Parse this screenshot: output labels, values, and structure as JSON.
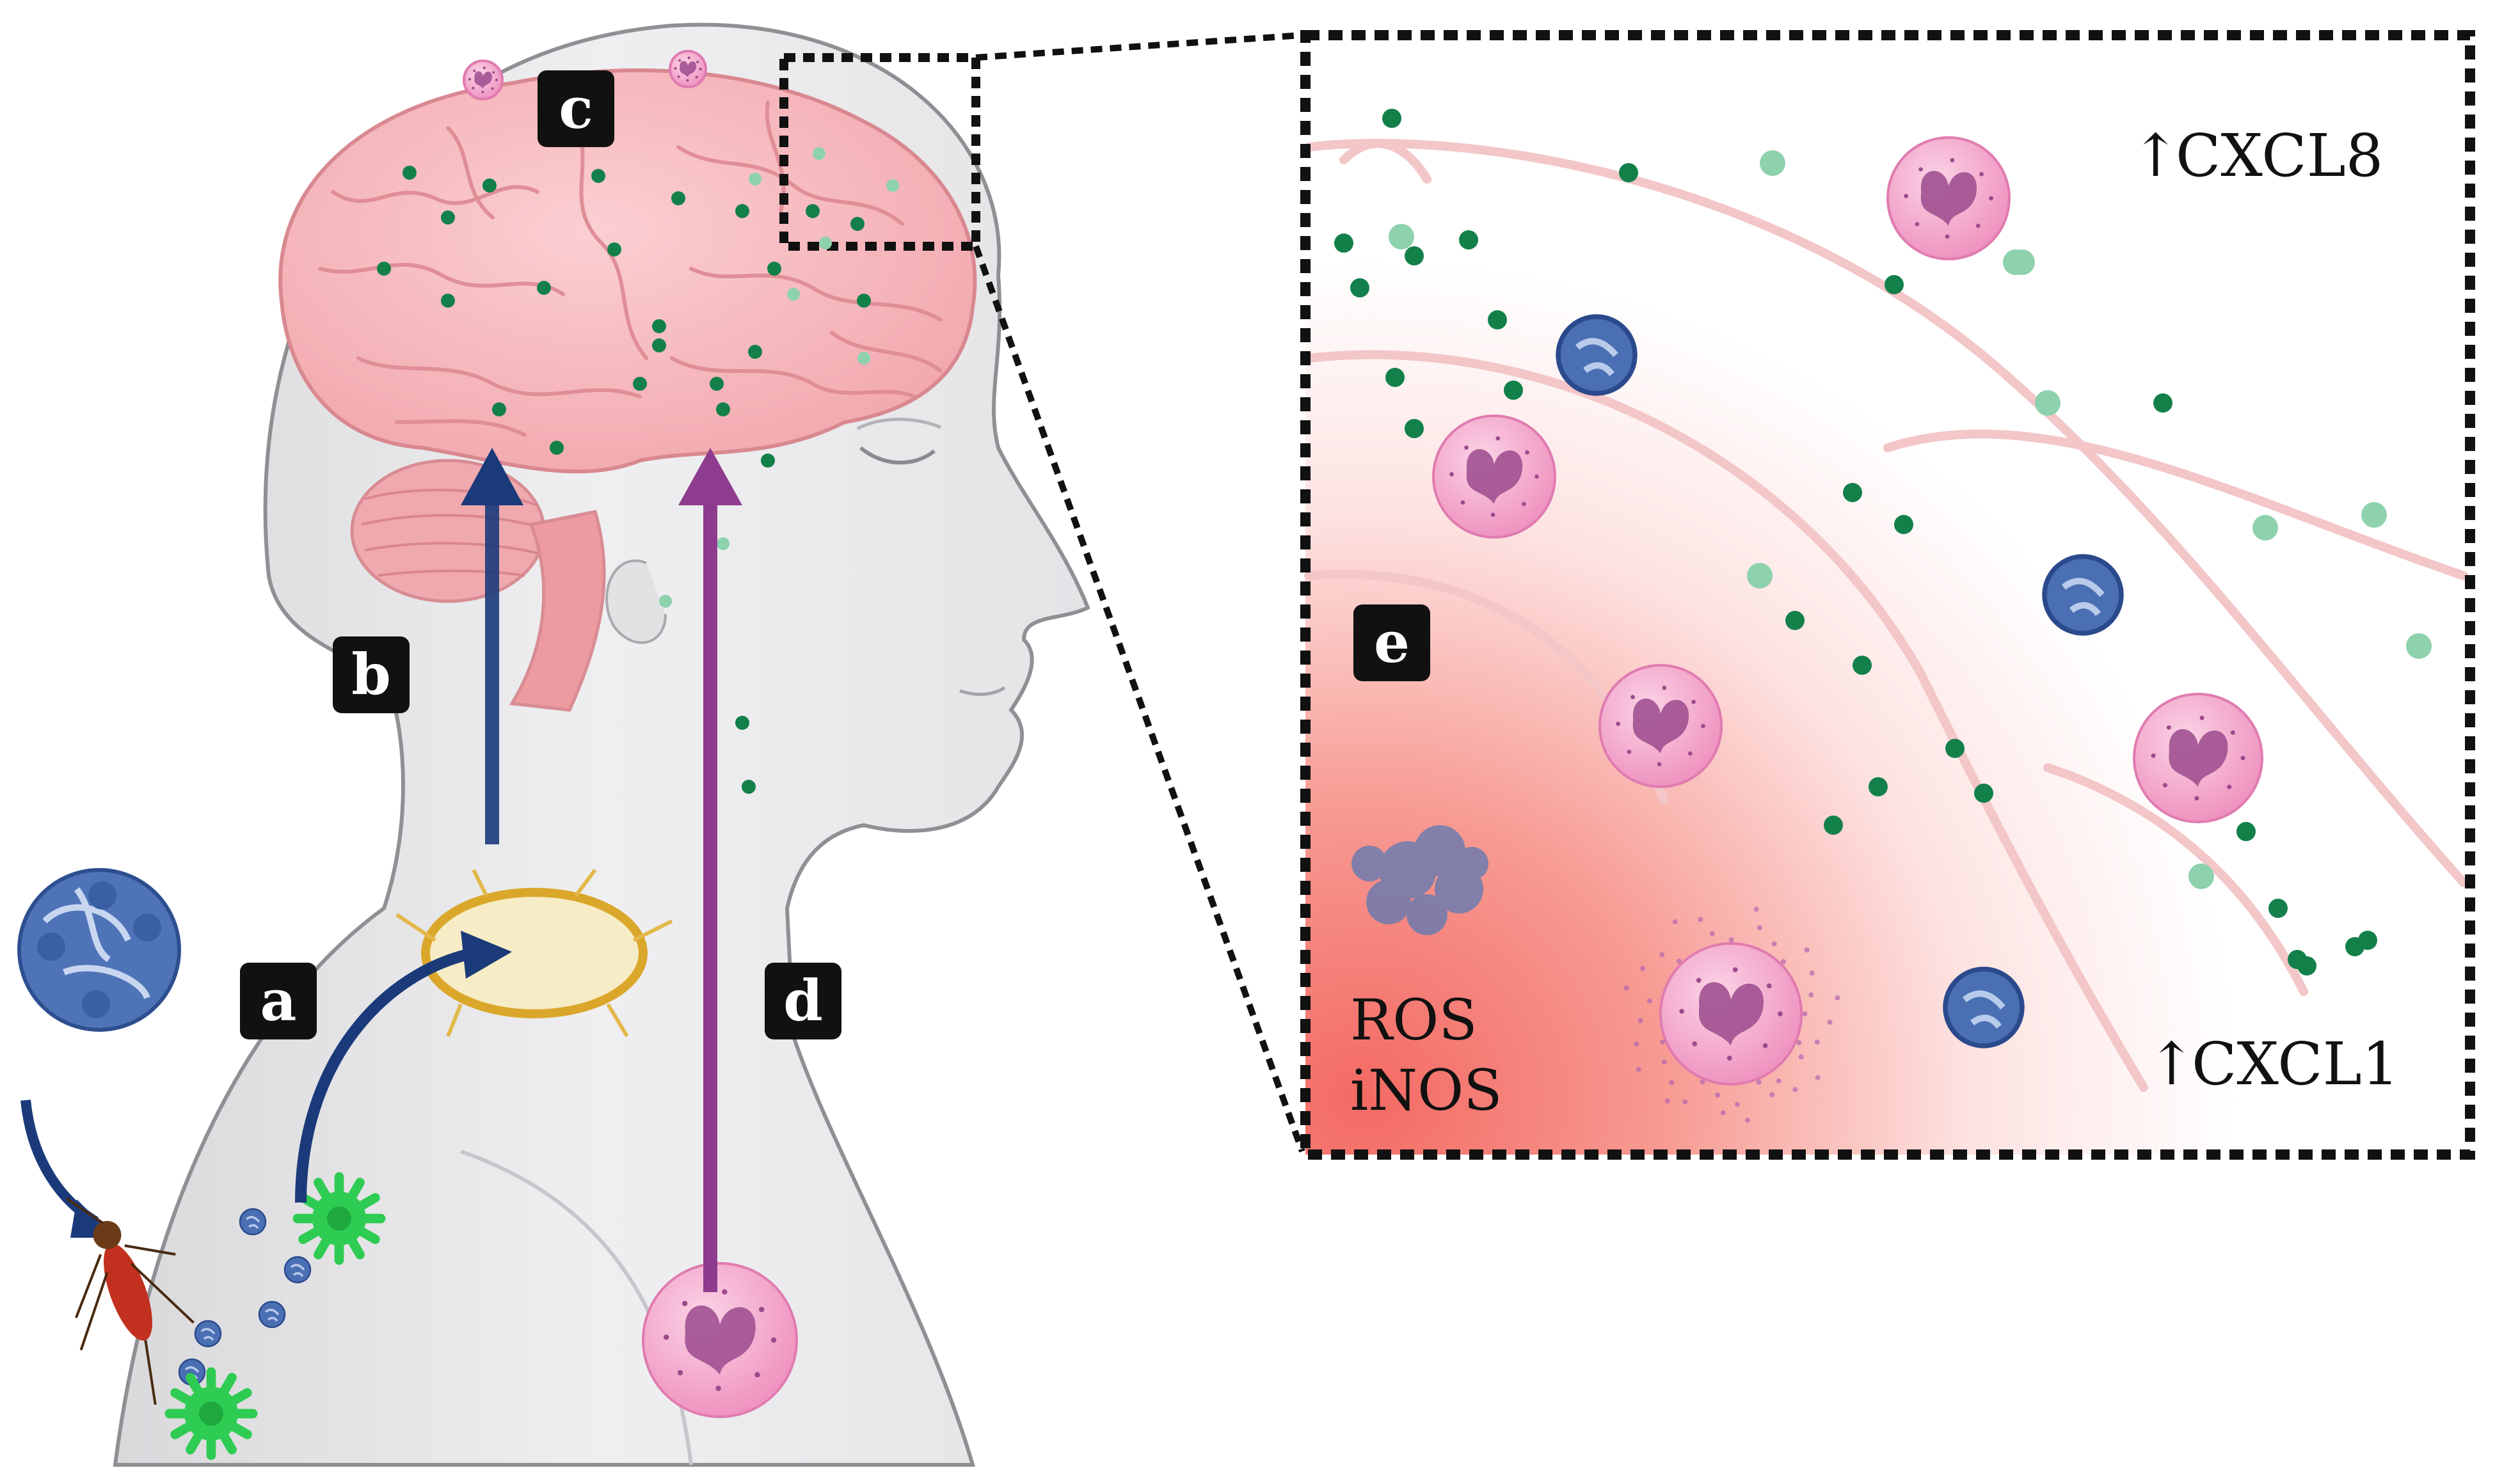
{
  "panel_labels": {
    "a": "a",
    "b": "b",
    "c": "c",
    "d": "d",
    "e": "e"
  },
  "inset": {
    "cxcl8": "CXCL8",
    "cxcl1": "CXCL1",
    "ros": "ROS",
    "inos": "iNOS",
    "up_arrow": "↑"
  },
  "colors": {
    "skin": "#ececee",
    "brain": "#f6b9bd",
    "brain_fold": "#e38f96",
    "chemokine_dark": "#13804a",
    "chemokine_light": "#8ed1ad",
    "virus": "#4a6fb3",
    "neutrophil": "#f3a6c8",
    "nucleus": "#9b4a8c",
    "dendritic_cell": "#2ecc52",
    "lymph_node": "#e5b53a",
    "arrow_blue": "#1a3a7a",
    "arrow_purple": "#8e3c8e",
    "inflammation": "#f36a63"
  }
}
